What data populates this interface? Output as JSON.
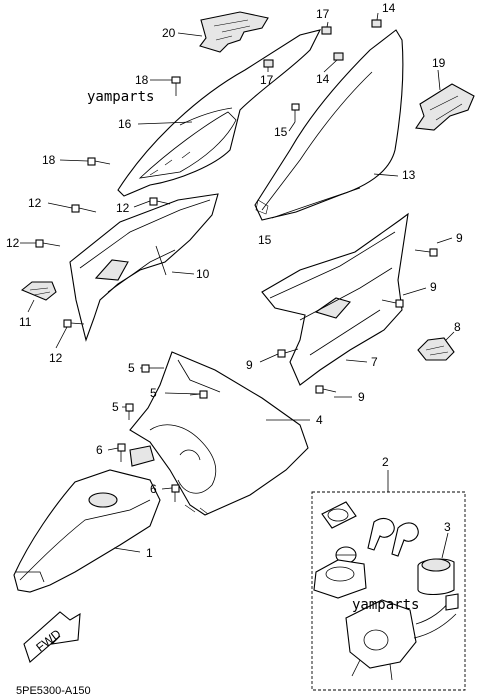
{
  "watermarks": [
    "yamparts",
    "yamparts"
  ],
  "diagram_code": "5PE5300-A150",
  "fwd_label": "FWD",
  "callouts": {
    "p20": "20",
    "p17a": "17",
    "p14a": "14",
    "p18a": "18",
    "p17b": "17",
    "p14b": "14",
    "p19": "19",
    "p16": "16",
    "p15a": "15",
    "p18b": "18",
    "p13": "13",
    "p12a": "12",
    "p12b": "12",
    "p15b": "15",
    "p9a": "9",
    "p12c": "12",
    "p10": "10",
    "p9b": "9",
    "p11": "11",
    "p8": "8",
    "p12d": "12",
    "p5a": "5",
    "p9c": "9",
    "p7": "7",
    "p5b": "5",
    "p9d": "9",
    "p5c": "5",
    "p4": "4",
    "p6a": "6",
    "p2": "2",
    "p6b": "6",
    "p3": "3",
    "p1": "1"
  }
}
